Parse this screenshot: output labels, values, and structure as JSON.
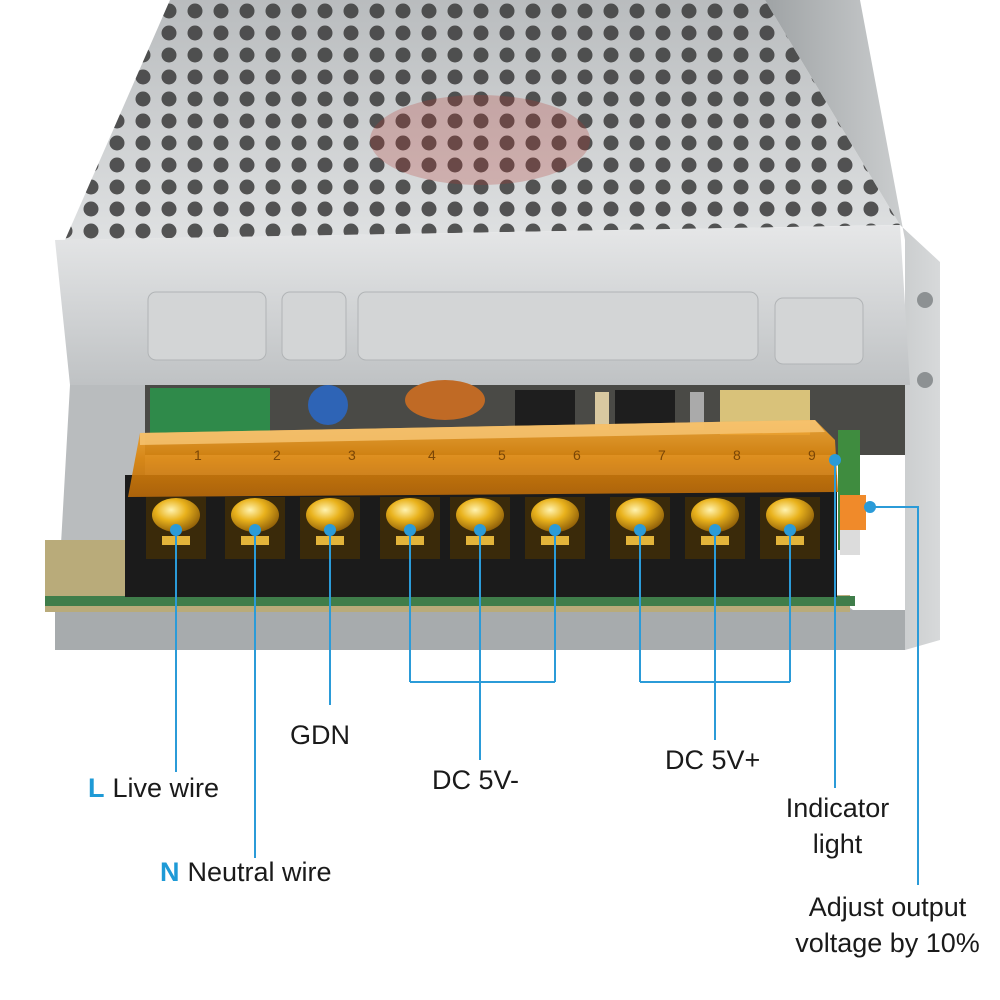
{
  "colors": {
    "accent": "#1e9ad6",
    "leader_line": "#2b9bd8",
    "cover_orange": "#e8930f",
    "chassis": "#c9cccd",
    "terminal_block": "#1b1b1b"
  },
  "photo": {
    "terminal_numbers": [
      "1",
      "2",
      "3",
      "4",
      "5",
      "6",
      "7",
      "8",
      "9"
    ]
  },
  "callouts": {
    "live": {
      "key": "L",
      "text": "Live wire"
    },
    "neutral": {
      "key": "N",
      "text": "Neutral wire"
    },
    "gdn": {
      "text": "GDN"
    },
    "dc_minus": {
      "text": "DC 5V-"
    },
    "dc_plus": {
      "text": "DC 5V+"
    },
    "indicator": {
      "line1": "Indicator",
      "line2": "light"
    },
    "adjust": {
      "line1": "Adjust output",
      "line2": "voltage by 10%"
    }
  }
}
